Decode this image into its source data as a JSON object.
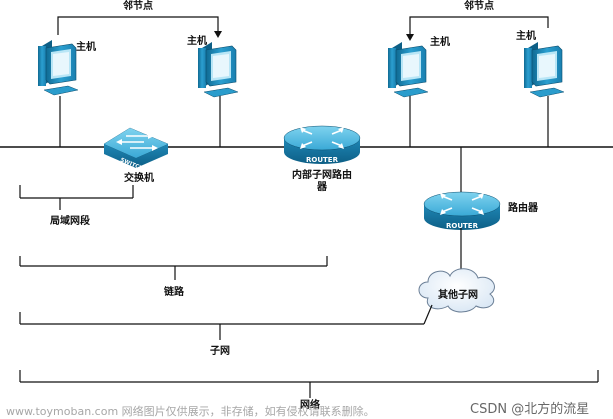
{
  "labels": {
    "neighbor_left": "邻节点",
    "neighbor_right": "邻节点",
    "host_1": "主机",
    "host_2": "主机",
    "host_3": "主机",
    "host_4": "主机",
    "switch_caption": "交换机",
    "internal_router_caption_line1": "内部子网路由",
    "internal_router_caption_line2": "器",
    "router_caption": "路由器",
    "other_subnet": "其他子网",
    "lan_segment": "局域网段",
    "link": "链路",
    "subnet": "子网",
    "network": "网络"
  },
  "device_text": {
    "switch_body": "SWITCH",
    "router_body_1": "ROUTER",
    "router_body_2": "ROUTER"
  },
  "watermark": {
    "left": "www.toymoban.com 网络图片仅供展示，非存储，如有侵权请联系删除。",
    "right": "CSDN @北方的流星"
  },
  "colors": {
    "device_blue": "#1f87b6",
    "device_light": "#5cc4e6",
    "device_dark": "#0d5f86",
    "line": "#111111",
    "cloud": "#eef4fb"
  }
}
